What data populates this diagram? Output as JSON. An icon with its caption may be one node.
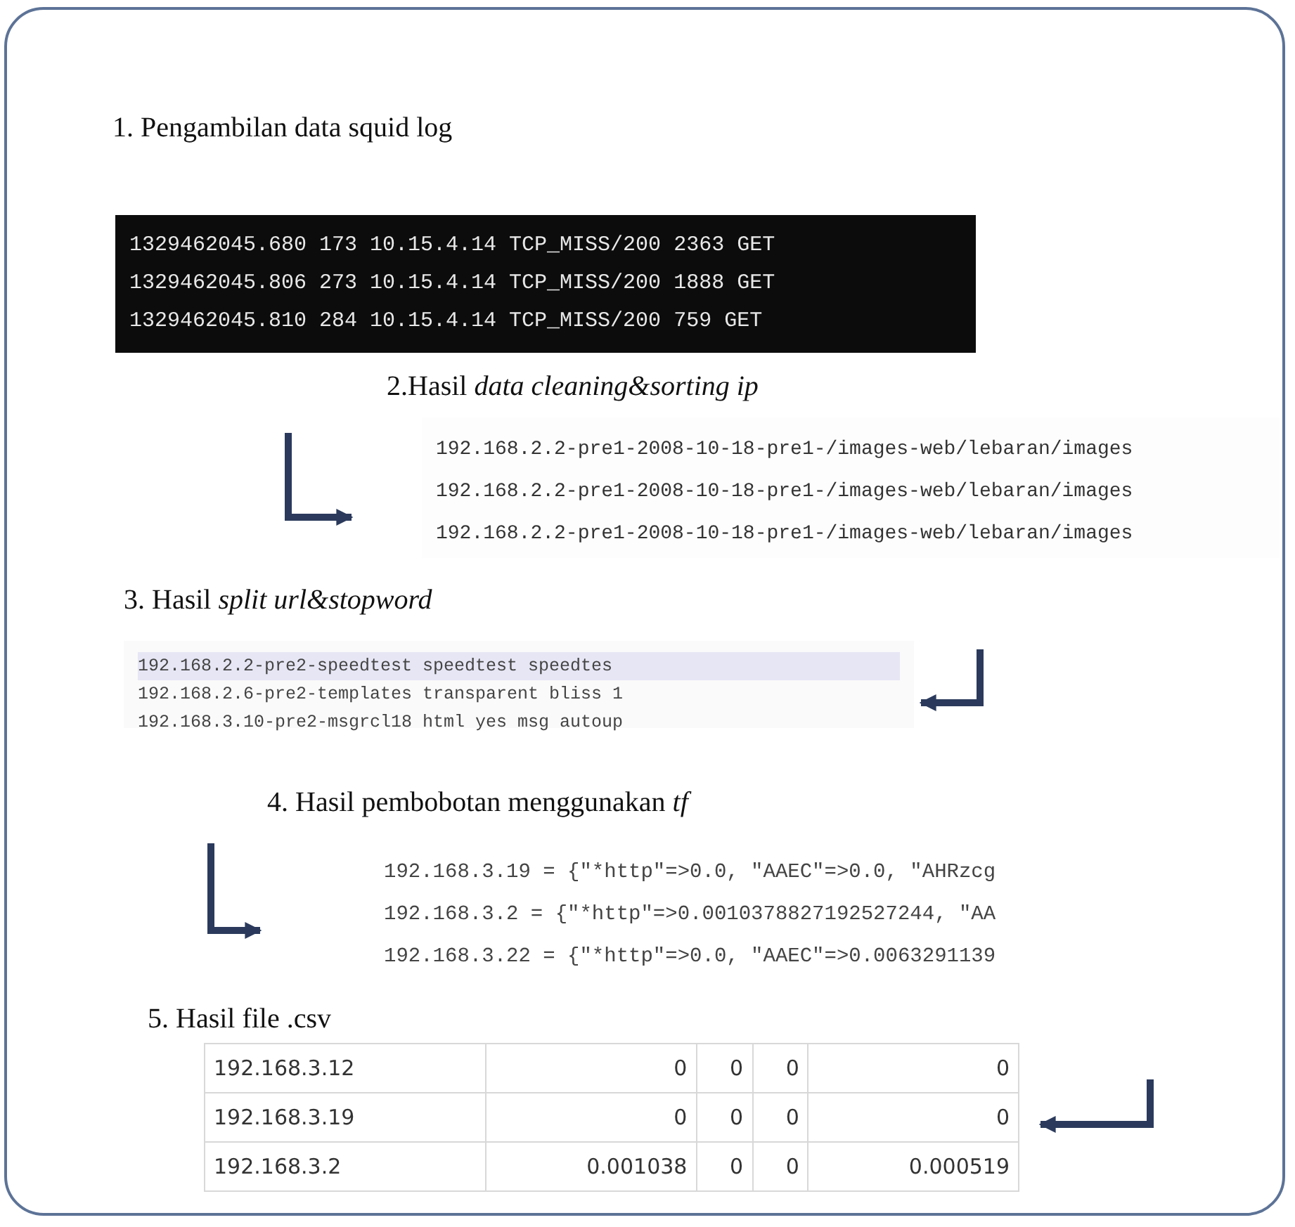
{
  "diagram": {
    "nodes": [
      {
        "text": [
          "1. Pengambilan data squid log",
          "1329462045.680 173 10.15.4.14 TCP_MISS/200 2363 GET",
          "1329462045.806 273 10.15.4.14 TCP_MISS/200 1888 GET",
          "1329462045.810 284 10.15.4.14 TCP_MISS/200 759 GET"
        ]
      },
      {
        "text": [
          "2.Hasil *data cleaning&sorting ip*",
          "192.168.2.2-pre1-2008-10-18-pre1-/images-web/lebaran/images",
          "192.168.2.2-pre1-2008-10-18-pre1-/images-web/lebaran/images",
          "192.168.2.2-pre1-2008-10-18-pre1-/images-web/lebaran/images"
        ]
      },
      {
        "text": [
          "3. Hasil *split url&stopword*",
          "192.168.2.2-pre2-speedtest speedtest speedtes",
          "192.168.2.6-pre2-templates transparent bliss 1",
          "192.168.3.10-pre2-msgrcl18 html yes msg autoup"
        ]
      },
      {
        "text": [
          "4. Hasil pembobotan menggunakan *tf*",
          "192.168.3.19 = {\"*http\"=>0.0, \"AAEC\"=>0.0, \"AHRzcg",
          "192.168.3.2 = {\"*http\"=>0.0010378827192527244, \"AA",
          "192.168.3.22 = {\"*http\"=>0.0, \"AAEC\"=>0.0063291139"
        ]
      },
      {
        "text": [
          "5. Hasil file .csv",
          "192.168.3.12",
          "0",
          "0",
          "0",
          "0",
          "192.168.3.19",
          "0",
          "0",
          "0",
          "0",
          "192.168.3.2",
          "0.001038",
          "0",
          "0",
          "0.000519"
        ]
      }
    ],
    "edges": [
      {
        "from": null,
        "to": 1,
        "arrow": "to"
      },
      {
        "from": null,
        "to": 2,
        "arrow": "to"
      },
      {
        "from": null,
        "to": 3,
        "arrow": "to"
      },
      {
        "from": null,
        "to": 4,
        "arrow": "to"
      }
    ]
  }
}
